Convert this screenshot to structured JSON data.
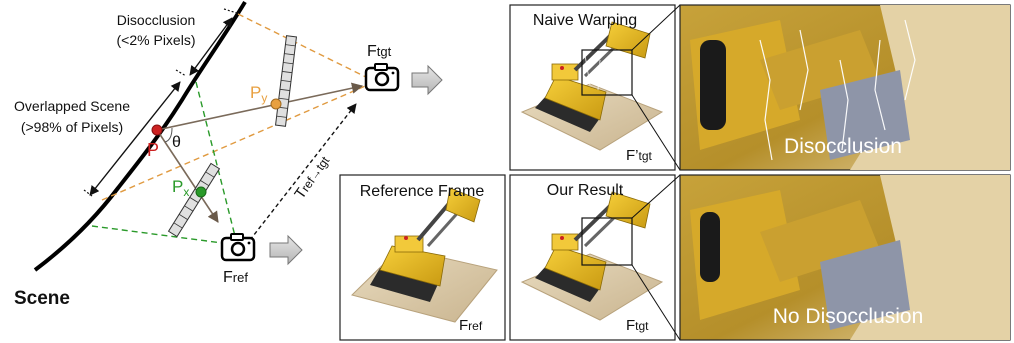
{
  "diagram": {
    "disocclusion_label": "Disocclusion",
    "disocclusion_pct": "(<2% Pixels)",
    "overlapped_label": "Overlapped Scene",
    "overlapped_pct": "(>98% of Pixels)",
    "scene_label": "Scene",
    "point_p": "P",
    "theta": "θ",
    "proj_py_main": "P",
    "proj_py_sub": "y",
    "proj_px_main": "P",
    "proj_px_sub": "x",
    "cam_tgt_main": "F",
    "cam_tgt_sub": "tgt",
    "cam_ref_main": "F",
    "cam_ref_sub": "ref",
    "transform_main": "T",
    "transform_sub": "ref→tgt",
    "colors": {
      "point_p": "#cc2222",
      "proj_y": "#e8a040",
      "proj_x": "#2a9a2a",
      "ray_tgt": "#e09a40",
      "ray_ref": "#2a9a2a",
      "ray_gray": "#7a6a5a"
    }
  },
  "panels": {
    "naive_title": "Naive Warping",
    "naive_tag_main": "F’",
    "naive_tag_sub": "tgt",
    "reference_title": "Reference Frame",
    "reference_tag_main": "F",
    "reference_tag_sub": "ref",
    "ours_title": "Our Result",
    "ours_tag_main": "F",
    "ours_tag_sub": "tgt",
    "zoom_top_caption": "Disocclusion",
    "zoom_bottom_caption": "No Disocclusion"
  }
}
